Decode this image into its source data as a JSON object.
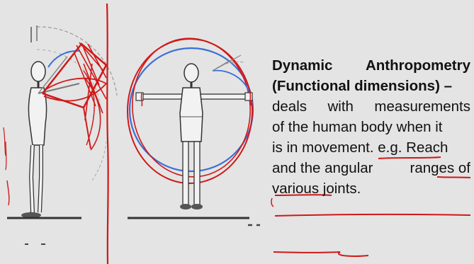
{
  "slide": {
    "heading_line1_a": "Dynamic",
    "heading_line1_b": "Anthropometry",
    "heading_line2": "(Functional dimensions) –",
    "body_line1_a": "deals",
    "body_line1_b": "with",
    "body_line1_c": "measurements",
    "body_line2": "of the human body when it",
    "body_line3": "is in movement. e.g. Reach",
    "body_line4_a": "and the angular",
    "body_line4_b": "ranges of",
    "body_line5": "various joints."
  },
  "colors": {
    "background": "#e4e4e4",
    "text": "#111111",
    "annotation": "#d01818",
    "reach_circle": "#3a6fd8"
  }
}
